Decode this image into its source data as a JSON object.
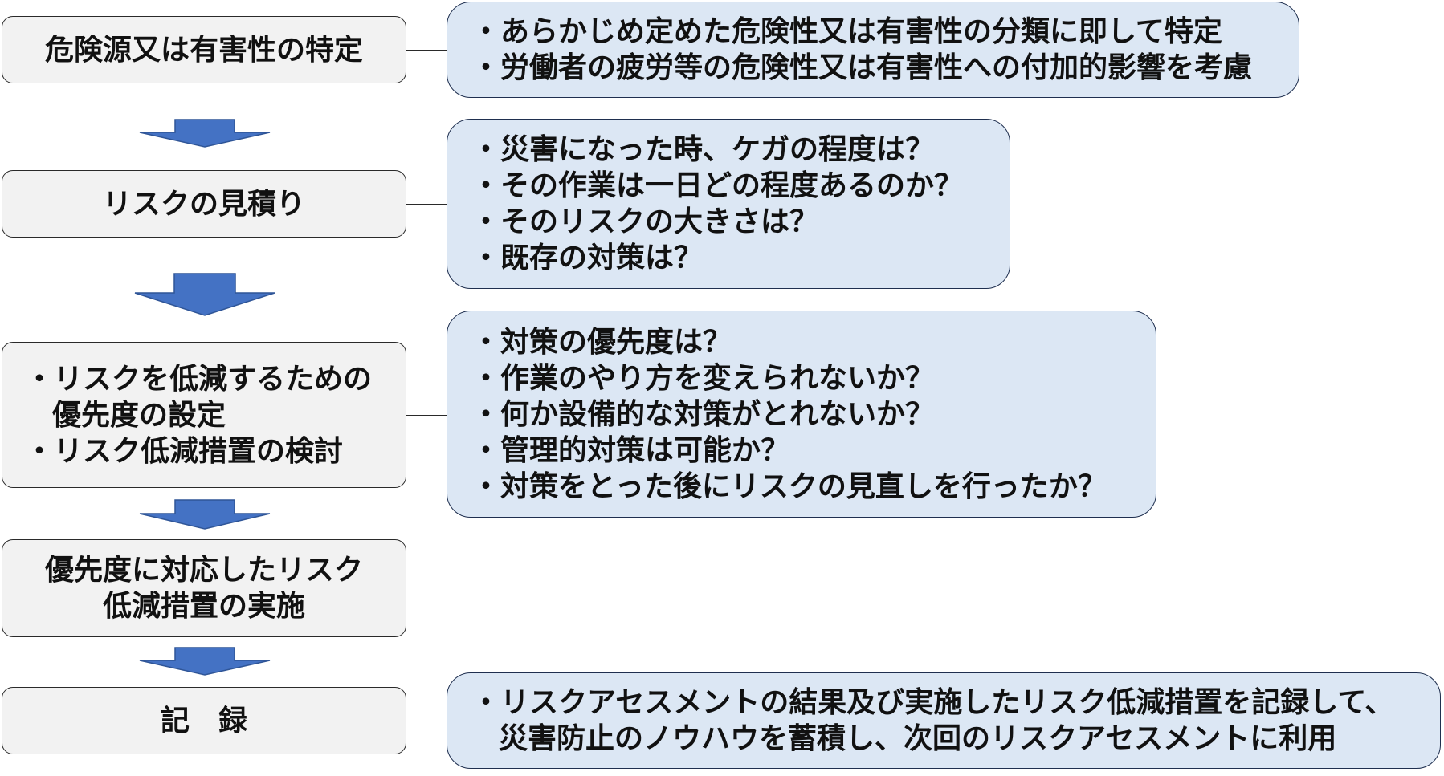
{
  "steps": [
    {
      "lines": [
        "危険源又は有害性の特定"
      ]
    },
    {
      "lines": [
        "リスクの見積り"
      ]
    },
    {
      "lines": [
        "・リスクを低減するための",
        "優先度の設定",
        "・リスク低減措置の検討"
      ]
    },
    {
      "lines": [
        "優先度に対応したリスク",
        "低減措置の実施"
      ]
    },
    {
      "lines": [
        "記　録"
      ]
    }
  ],
  "notes": [
    {
      "lines": [
        "・あらかじめ定めた危険性又は有害性の分類に即して特定",
        "・労働者の疲労等の危険性又は有害性への付加的影響を考慮"
      ]
    },
    {
      "lines": [
        "・災害になった時、ケガの程度は？",
        "・その作業は一日どの程度あるのか？",
        "・そのリスクの大きさは？",
        "・既存の対策は？"
      ]
    },
    {
      "lines": [
        "・対策の優先度は？",
        "・作業のやり方を変えられないか？",
        "・何か設備的な対策がとれないか？",
        "・管理的対策は可能か？",
        "・対策をとった後にリスクの見直しを行ったか？"
      ]
    },
    {
      "lines": [
        "・リスクアセスメントの結果及び実施したリスク低減措置を記録して、",
        "災害防止のノウハウを蓄積し、次回のリスクアセスメントに利用"
      ]
    }
  ],
  "colors": {
    "arrow": "#4472c4",
    "arrow_border": "#2f5597",
    "note_fill": "#dce7f4",
    "step_fill": "#f2f2f2"
  }
}
